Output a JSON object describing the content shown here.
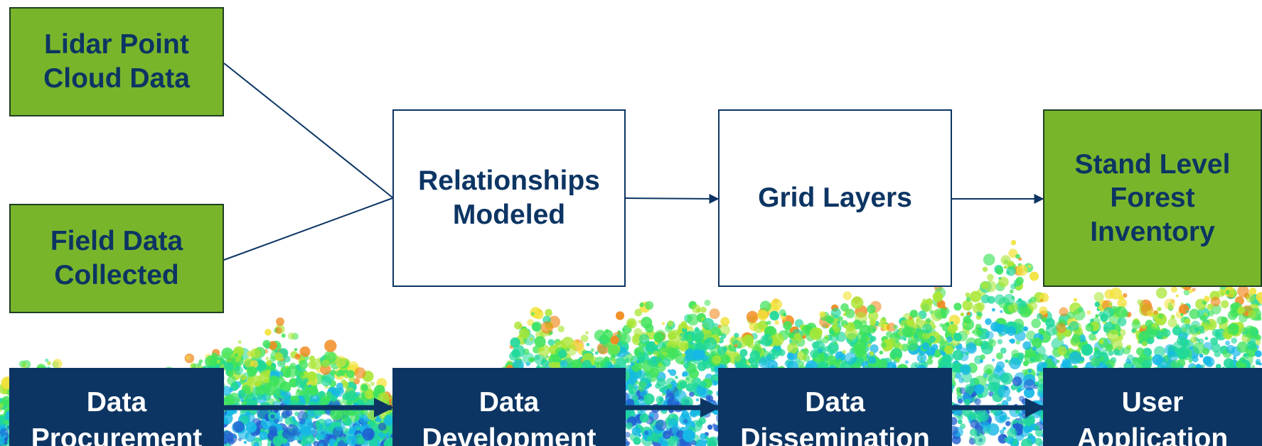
{
  "inputs": [
    {
      "lines": [
        "Lidar Point",
        "Cloud Data"
      ]
    },
    {
      "lines": [
        "Field Data",
        "Collected"
      ]
    }
  ],
  "processes": [
    {
      "lines": [
        "Relationships",
        "Modeled"
      ]
    },
    {
      "lines": [
        "Grid Layers"
      ]
    }
  ],
  "output": {
    "lines": [
      "Stand Level",
      "Forest",
      "Inventory"
    ]
  },
  "pipeline": [
    {
      "lines": [
        "Data",
        "Procurement"
      ]
    },
    {
      "lines": [
        "Data",
        "Development"
      ]
    },
    {
      "lines": [
        "Data",
        "Dissemination"
      ]
    },
    {
      "lines": [
        "User",
        "Application"
      ]
    }
  ],
  "colors": {
    "green_box": "#79b52b",
    "navy": "#0c3563",
    "connector": "#0c3563",
    "canopy": [
      "#1f5fd0",
      "#15b8e6",
      "#1fd89a",
      "#3fe35a",
      "#a9e635",
      "#f2e23a",
      "#f08a1e"
    ]
  },
  "background_image": "lidar-point-cloud-canopy"
}
